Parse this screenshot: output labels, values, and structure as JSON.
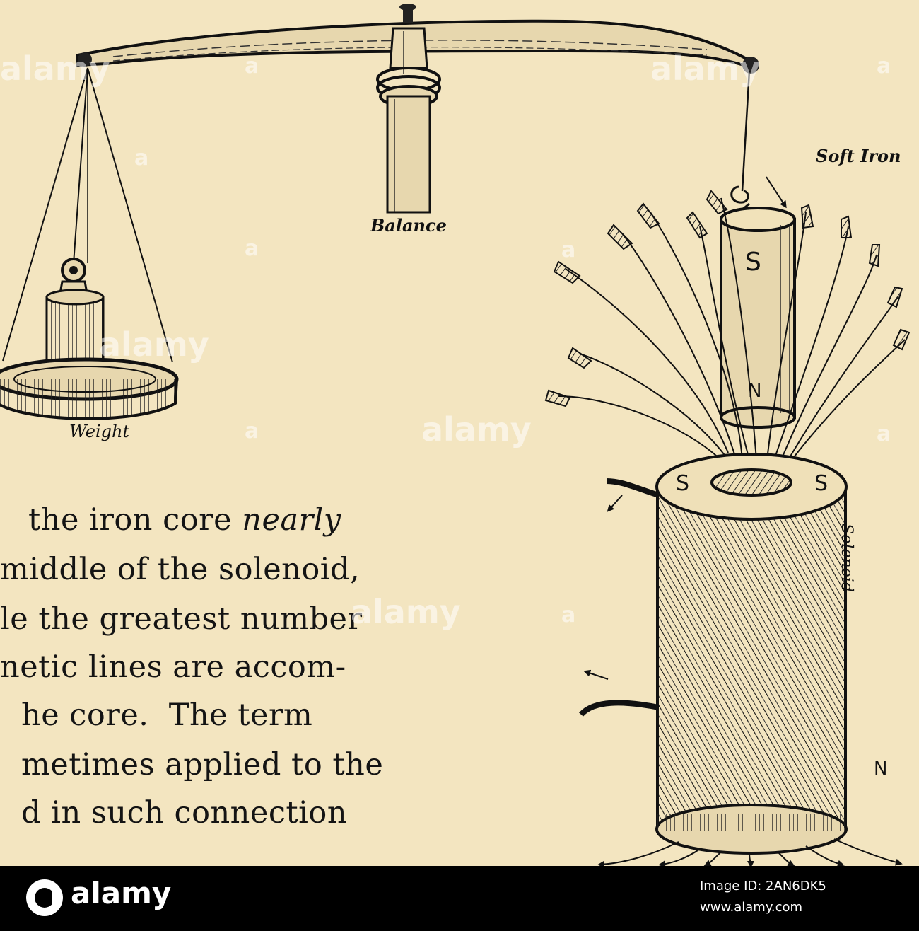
{
  "illustration": {
    "labels": {
      "balance": "Balance",
      "weight": "Weight",
      "soft_iron": "Soft Iron",
      "solenoid": "Solenoid"
    },
    "poles": {
      "core_top": "S",
      "core_bottom": "N",
      "coil_top_left": "S",
      "coil_top_right": "S",
      "coil_bottom": "N"
    }
  },
  "body_text": {
    "line1_a": "the iron core ",
    "line1_b": "nearly",
    "line2": "middle of the solenoid,",
    "line3": "le the greatest number",
    "line4": "netic lines are accom-",
    "line5": "he core.  The term",
    "line6": "metimes applied to the",
    "line7": "d in such connection"
  },
  "watermark": {
    "text": "alamy",
    "badge": "a"
  },
  "footer": {
    "logo_text": "alamy",
    "image_id": "Image ID: 2AN6DK5",
    "url": "www.alamy.com"
  },
  "colors": {
    "paper": "#f3e5c0",
    "ink": "#111111",
    "footer_bg": "#000000"
  }
}
